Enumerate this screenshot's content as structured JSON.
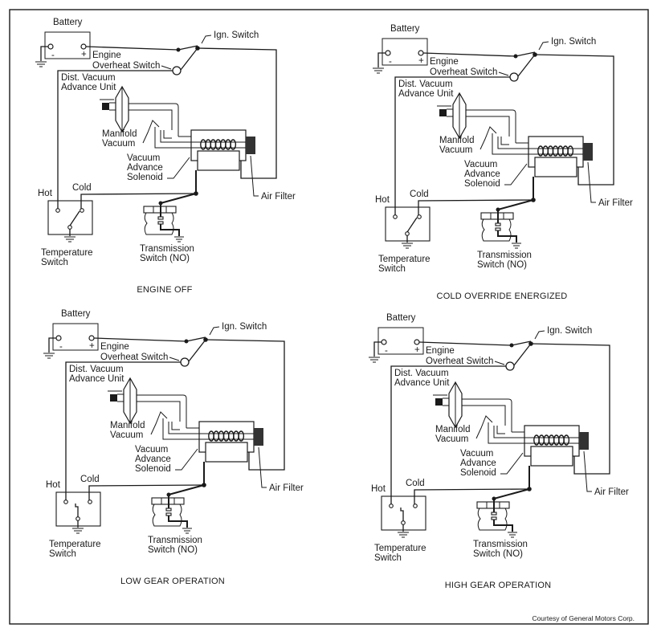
{
  "figure": {
    "credit": "Courtesy of General Motors Corp.",
    "panels": [
      {
        "id": "engine-off",
        "caption": "ENGINE OFF",
        "temp_switch_state": "cold",
        "labels": {
          "battery": "Battery",
          "minus": "-",
          "plus": "+",
          "ign_switch": "Ign. Switch",
          "engine_overheat_1": "Engine",
          "engine_overheat_2": "Overheat Switch",
          "dist_vac_1": "Dist. Vacuum",
          "dist_vac_2": "Advance Unit",
          "manifold_1": "Manifold",
          "manifold_2": "Vacuum",
          "solenoid_1": "Vacuum",
          "solenoid_2": "Advance",
          "solenoid_3": "Solenoid",
          "air_filter": "Air Filter",
          "hot": "Hot",
          "cold": "Cold",
          "temp_1": "Temperature",
          "temp_2": "Switch",
          "trans_1": "Transmission",
          "trans_2": "Switch (NO)"
        }
      },
      {
        "id": "cold-override-energized",
        "caption": "COLD OVERRIDE ENERGIZED",
        "temp_switch_state": "cold",
        "labels": {
          "battery": "Battery",
          "minus": "-",
          "plus": "+",
          "ign_switch": "Ign. Switch",
          "engine_overheat_1": "Engine",
          "engine_overheat_2": "Overheat Switch",
          "dist_vac_1": "Dist. Vacuum",
          "dist_vac_2": "Advance Unit",
          "manifold_1": "Manifold",
          "manifold_2": "Vacuum",
          "solenoid_1": "Vacuum",
          "solenoid_2": "Advance",
          "solenoid_3": "Solenoid",
          "air_filter": "Air Filter",
          "hot": "Hot",
          "cold": "Cold",
          "temp_1": "Temperature",
          "temp_2": "Switch",
          "trans_1": "Transmission",
          "trans_2": "Switch (NO)"
        }
      },
      {
        "id": "low-gear-operation",
        "caption": "LOW GEAR OPERATION",
        "temp_switch_state": "neutral",
        "labels": {
          "battery": "Battery",
          "minus": "-",
          "plus": "+",
          "ign_switch": "Ign. Switch",
          "engine_overheat_1": "Engine",
          "engine_overheat_2": "Overheat Switch",
          "dist_vac_1": "Dist. Vacuum",
          "dist_vac_2": "Advance Unit",
          "manifold_1": "Manifold",
          "manifold_2": "Vacuum",
          "solenoid_1": "Vacuum",
          "solenoid_2": "Advance",
          "solenoid_3": "Solenoid",
          "air_filter": "Air Filter",
          "hot": "Hot",
          "cold": "Cold",
          "temp_1": "Temperature",
          "temp_2": "Switch",
          "trans_1": "Transmission",
          "trans_2": "Switch (NO)"
        }
      },
      {
        "id": "high-gear-operation",
        "caption": "HIGH GEAR OPERATION",
        "temp_switch_state": "neutral",
        "labels": {
          "battery": "Battery",
          "minus": "-",
          "plus": "+",
          "ign_switch": "Ign. Switch",
          "engine_overheat_1": "Engine",
          "engine_overheat_2": "Overheat Switch",
          "dist_vac_1": "Dist. Vacuum",
          "dist_vac_2": "Advance Unit",
          "manifold_1": "Manifold",
          "manifold_2": "Vacuum",
          "solenoid_1": "Vacuum",
          "solenoid_2": "Advance",
          "solenoid_3": "Solenoid",
          "air_filter": "Air Filter",
          "hot": "Hot",
          "cold": "Cold",
          "temp_1": "Temperature",
          "temp_2": "Switch",
          "trans_1": "Transmission",
          "trans_2": "Switch (NO)"
        }
      }
    ]
  }
}
